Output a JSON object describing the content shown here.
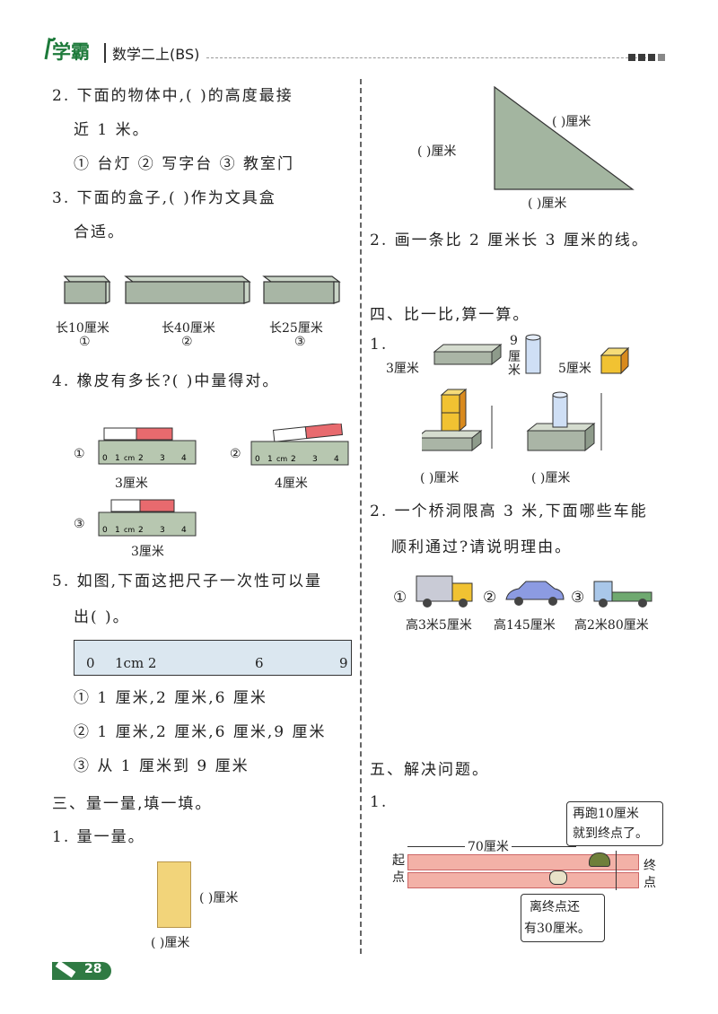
{
  "header": {
    "logo": "学霸",
    "book": "数学二上(BS)"
  },
  "page_number": "28",
  "left": {
    "q2": {
      "line1": "2. 下面的物体中,(    )的高度最接",
      "line2": "近 1 米。",
      "options": "① 台灯  ② 写字台  ③ 教室门"
    },
    "q3": {
      "line1": "3. 下面的盒子,(    )作为文具盒",
      "line2": "合适。",
      "boxes": [
        {
          "label": "长10厘米",
          "num": "①"
        },
        {
          "label": "长40厘米",
          "num": "②"
        },
        {
          "label": "长25厘米",
          "num": "③"
        }
      ]
    },
    "q4": {
      "line1": "4. 橡皮有多长?(    )中量得对。",
      "items": [
        {
          "num": "①",
          "label": "3厘米"
        },
        {
          "num": "②",
          "label": "4厘米"
        },
        {
          "num": "③",
          "label": "3厘米"
        }
      ],
      "ruler_ticks": [
        "0",
        "1",
        "cm",
        "2",
        "3",
        "4"
      ]
    },
    "q5": {
      "line1": "5. 如图,下面这把尺子一次性可以量",
      "line2": "出(    )。",
      "ruler_labels": [
        "0",
        "1cm 2",
        "6",
        "9"
      ],
      "opt1": "① 1 厘米,2 厘米,6 厘米",
      "opt2": "② 1 厘米,2 厘米,6 厘米,9 厘米",
      "opt3": "③ 从 1 厘米到 9 厘米"
    },
    "sec3": "三、量一量,填一填。",
    "sec3_q1": "1. 量一量。",
    "rect_right": "(    )厘米",
    "rect_bottom": "(    )厘米"
  },
  "right": {
    "tri_top": "(    )厘米",
    "tri_left": "(    )厘米",
    "tri_bottom": "(    )厘米",
    "q2": "2. 画一条比 2 厘米长 3 厘米的线。",
    "sec4": "四、比一比,算一算。",
    "sec4_q1": "1.",
    "lbl_3cm": "3厘米",
    "lbl_9": "9",
    "lbl_cm1": "厘",
    "lbl_cm2": "米",
    "lbl_5cm": "5厘米",
    "ans1": "(    )厘米",
    "ans2": "(    )厘米",
    "sec4_q2_l1": "2. 一个桥洞限高 3 米,下面哪些车能",
    "sec4_q2_l2": "顺利通过?请说明理由。",
    "cars": [
      {
        "num": "①",
        "label": "高3米5厘米"
      },
      {
        "num": "②",
        "label": "高145厘米"
      },
      {
        "num": "③",
        "label": "高2米80厘米"
      }
    ],
    "sec5": "五、解决问题。",
    "sec5_q1": "1.",
    "bubble1_l1": "再跑10厘米",
    "bubble1_l2": "就到终点了。",
    "track_len": "70厘米",
    "start_l1": "起",
    "start_l2": "点",
    "end_l1": "终",
    "end_l2": "点",
    "bubble2_l1": "离终点还",
    "bubble2_l2": "有30厘米。"
  }
}
